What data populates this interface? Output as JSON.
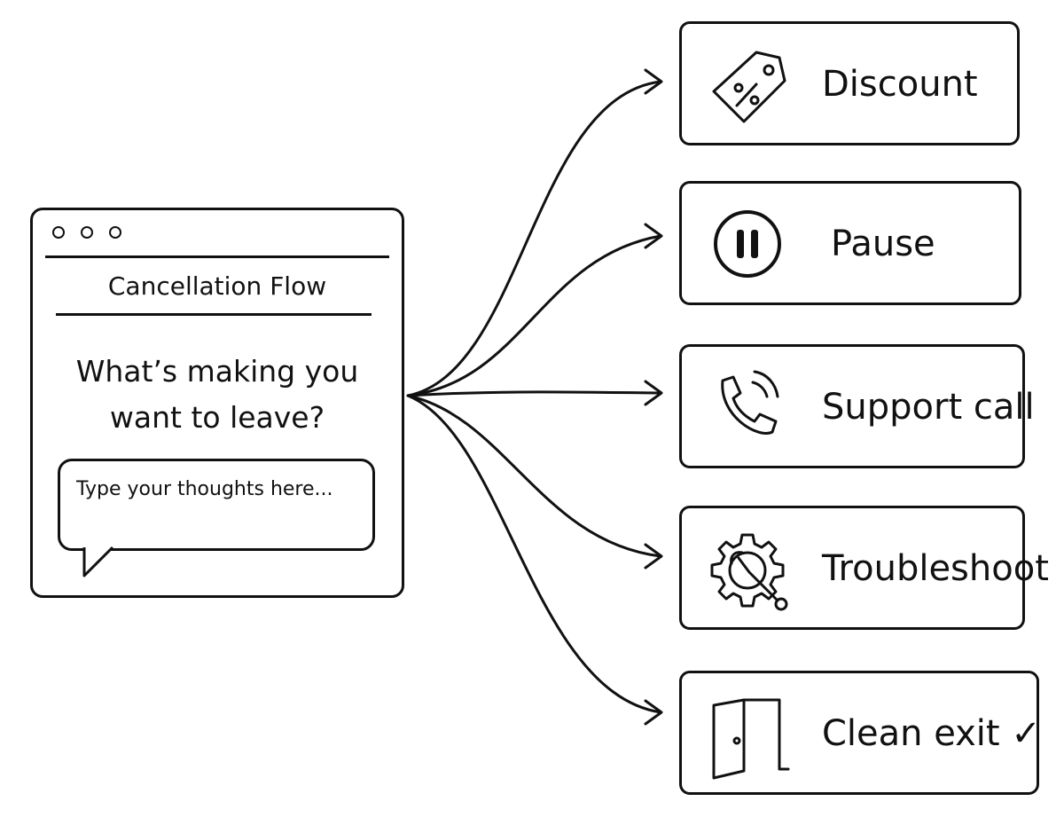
{
  "window": {
    "title": "Cancellation Flow",
    "question_line1": "What’s making you",
    "question_line2": "want to leave?",
    "input_placeholder": "Type your thoughts here..."
  },
  "options": [
    {
      "id": "discount",
      "label": "Discount",
      "icon": "price-tag-percent-icon"
    },
    {
      "id": "pause",
      "label": "Pause",
      "icon": "pause-icon"
    },
    {
      "id": "support",
      "label": "Support call",
      "icon": "phone-ringing-icon"
    },
    {
      "id": "troubleshoot",
      "label": "Troubleshoot",
      "icon": "gear-wrench-icon"
    },
    {
      "id": "clean-exit",
      "label": "Clean exit ✓",
      "icon": "open-door-icon"
    }
  ],
  "colors": {
    "ink": "#111111",
    "background": "#ffffff"
  }
}
